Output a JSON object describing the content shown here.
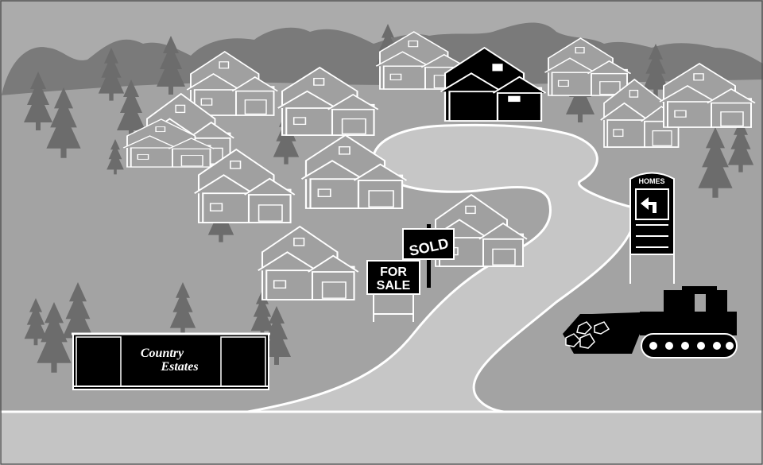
{
  "scene": {
    "colors": {
      "sky": "#ababab",
      "ground": "#a3a3a3",
      "tree_line": "#7a7a7a",
      "trees": "#6c6c6c",
      "houses": "#a0a0a0",
      "house_outline": "#ffffff",
      "road": "#c6c6c6",
      "road_edge": "#ffffff",
      "foreground_strip": "#c4c4c4",
      "dark": "#000000",
      "sign_text": "#ffffff"
    }
  },
  "signs": {
    "homes_label": "HOMES",
    "sold_label": "SOLD",
    "for_sale_line1": "FOR",
    "for_sale_line2": "SALE",
    "entrance_line1": "Country",
    "entrance_line2": "Estates"
  },
  "icons": {
    "homes_arrow": "arrow-turn-left-icon",
    "bulldozer": "bulldozer-icon"
  }
}
